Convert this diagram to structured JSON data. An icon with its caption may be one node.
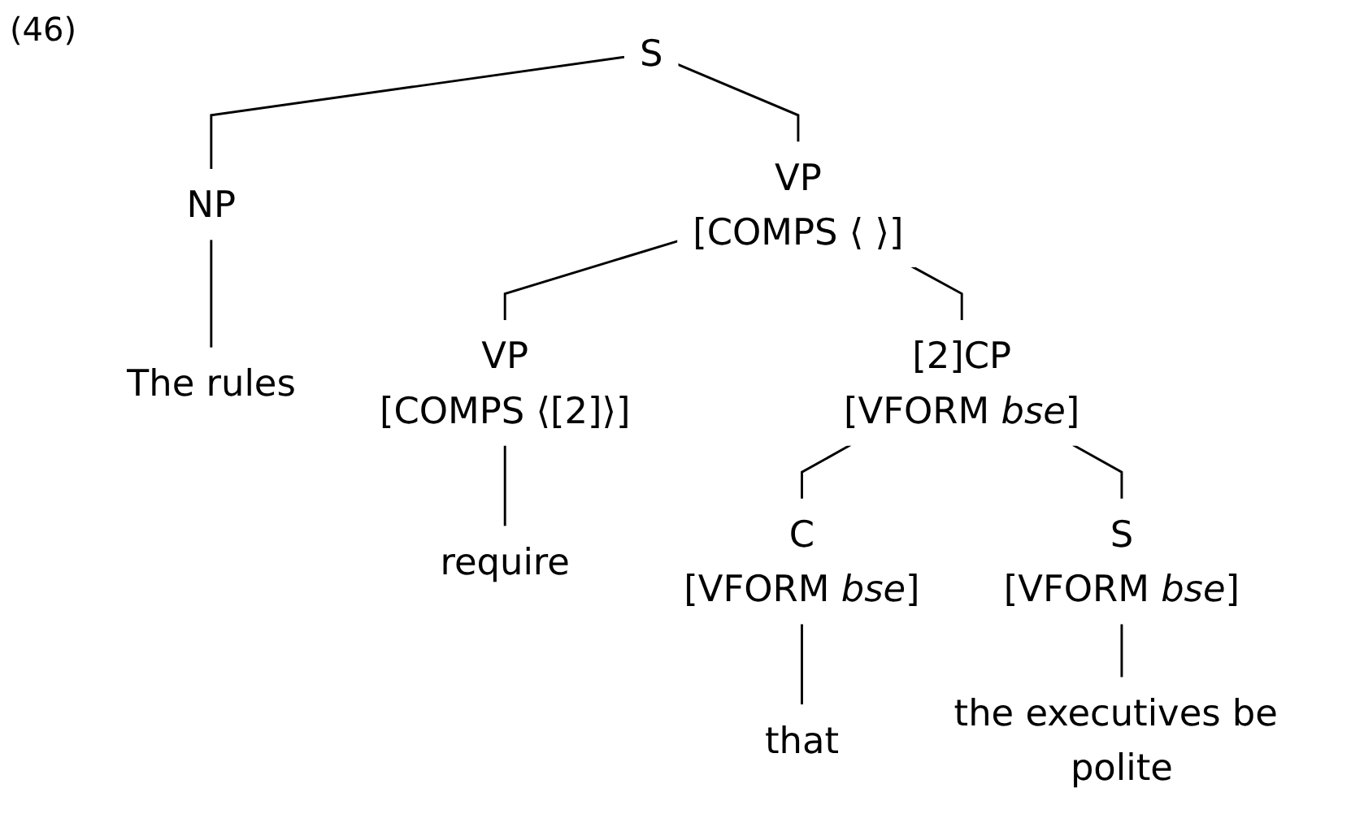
{
  "diagram": {
    "nodes": [
      {
        "text": [
          "S"
        ]
      },
      {
        "text": [
          "NP"
        ]
      },
      {
        "text": [
          "VP",
          "[COMPS ⟨ ⟩]"
        ]
      },
      {
        "text": [
          "The rules"
        ]
      },
      {
        "text": [
          "VP",
          "[COMPS ⟨[2]⟩]"
        ]
      },
      {
        "text": [
          "[2]CP",
          "[VFORM *bse*]"
        ]
      },
      {
        "text": [
          "require"
        ]
      },
      {
        "text": [
          "C",
          "[VFORM *bse*]"
        ]
      },
      {
        "text": [
          "S",
          "[VFORM *bse*]"
        ]
      },
      {
        "text": [
          "that"
        ]
      },
      {
        "text": [
          "the executives be polite"
        ]
      }
    ],
    "edges": [
      {
        "from": 0,
        "to": 1,
        "arrow": "none"
      },
      {
        "from": 0,
        "to": 2,
        "arrow": "none"
      },
      {
        "from": 1,
        "to": 3,
        "arrow": "none"
      },
      {
        "from": 2,
        "to": 4,
        "arrow": "none"
      },
      {
        "from": 2,
        "to": 5,
        "arrow": "none"
      },
      {
        "from": 4,
        "to": 6,
        "arrow": "none"
      },
      {
        "from": 5,
        "to": 7,
        "arrow": "none"
      },
      {
        "from": 5,
        "to": 8,
        "arrow": "none"
      },
      {
        "from": 7,
        "to": 9,
        "arrow": "none"
      },
      {
        "from": 8,
        "to": 10,
        "arrow": "none"
      }
    ],
    "labels": [
      "(46)"
    ]
  }
}
